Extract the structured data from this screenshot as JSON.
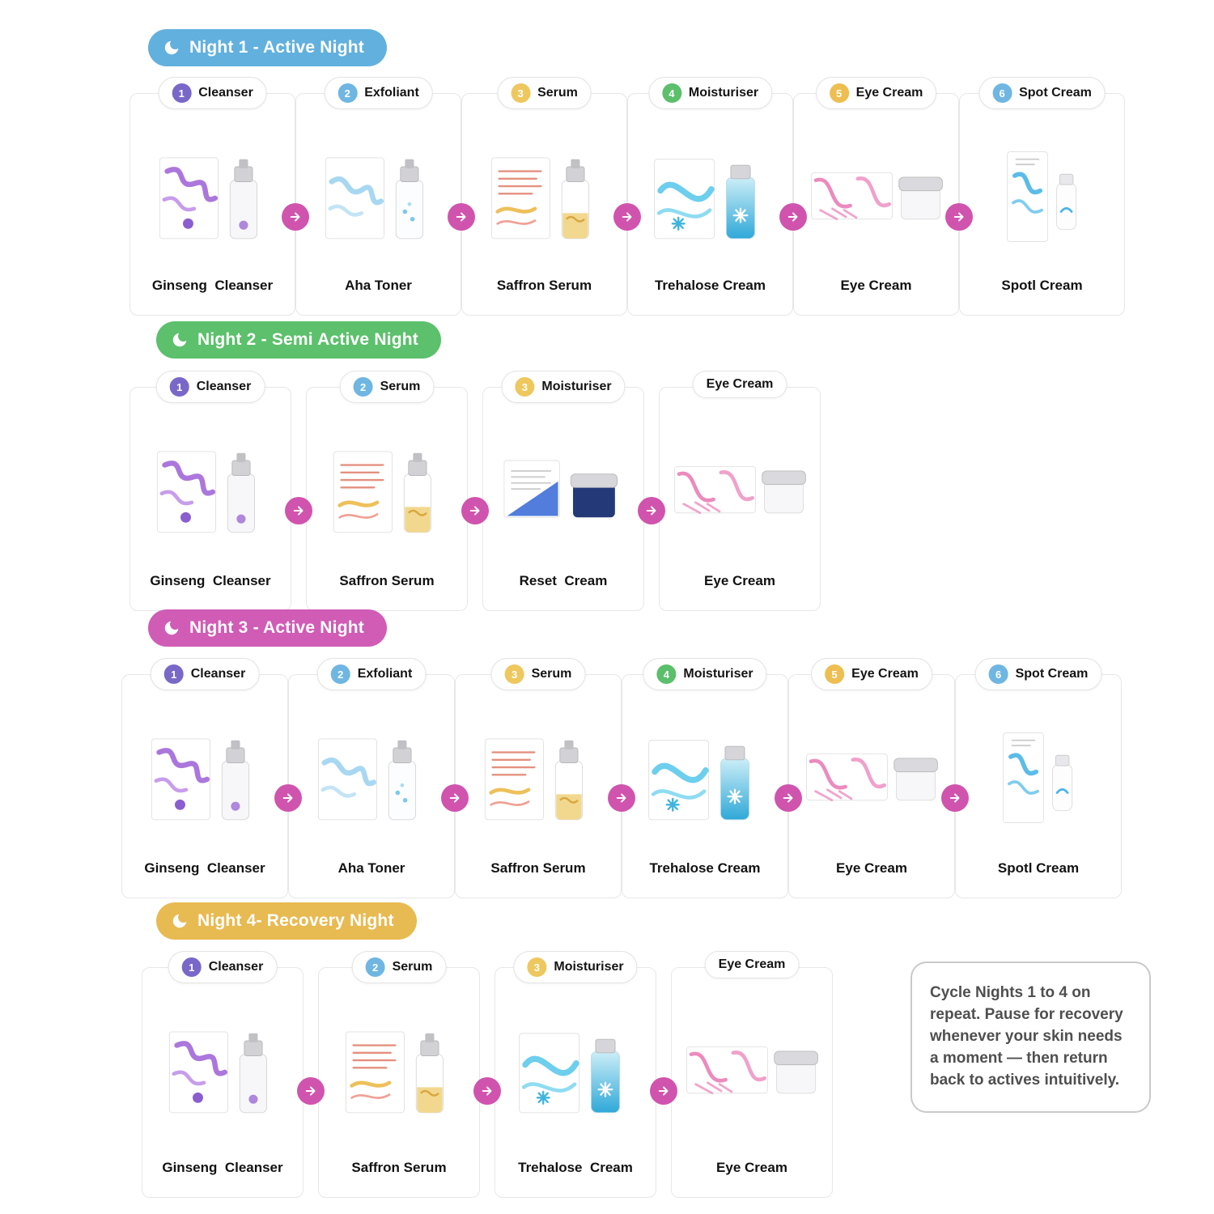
{
  "arrow_color": "#d054ae",
  "sections": [
    {
      "title": "Night 1 - Active Night",
      "color": "#62b0de",
      "cards": [
        {
          "num": "1",
          "numColor": "#7a68c8",
          "step": "Cleanser",
          "product": "Ginseng  Cleanser",
          "image": "ginseng-cleanser"
        },
        {
          "num": "2",
          "numColor": "#6fb6e2",
          "step": "Exfoliant",
          "product": "Aha Toner",
          "image": "aha-toner"
        },
        {
          "num": "3",
          "numColor": "#eec75f",
          "step": "Serum",
          "product": "Saffron Serum",
          "image": "saffron-serum"
        },
        {
          "num": "4",
          "numColor": "#5bbf6b",
          "step": "Moisturiser",
          "product": "Trehalose Cream",
          "image": "trehalose-cream"
        },
        {
          "num": "5",
          "numColor": "#edbe52",
          "step": "Eye Cream",
          "product": "Eye Cream",
          "image": "eye-cream"
        },
        {
          "num": "6",
          "numColor": "#6fb6e2",
          "step": "Spot Cream",
          "product": "Spotl Cream",
          "image": "spot-cream"
        }
      ]
    },
    {
      "title": "Night 2 - Semi Active Night",
      "color": "#5cc06c",
      "cards": [
        {
          "num": "1",
          "numColor": "#7a68c8",
          "step": "Cleanser",
          "product": "Ginseng  Cleanser",
          "image": "ginseng-cleanser"
        },
        {
          "num": "2",
          "numColor": "#6fb6e2",
          "step": "Serum",
          "product": "Saffron Serum",
          "image": "saffron-serum"
        },
        {
          "num": "3",
          "numColor": "#eec75f",
          "step": "Moisturiser",
          "product": "Reset  Cream",
          "image": "reset-cream"
        },
        {
          "num": "",
          "numColor": "",
          "step": "Eye Cream",
          "product": "Eye Cream",
          "image": "eye-cream"
        }
      ]
    },
    {
      "title": "Night 3 - Active Night",
      "color": "#d05cb5",
      "cards": [
        {
          "num": "1",
          "numColor": "#7a68c8",
          "step": "Cleanser",
          "product": "Ginseng  Cleanser",
          "image": "ginseng-cleanser"
        },
        {
          "num": "2",
          "numColor": "#6fb6e2",
          "step": "Exfoliant",
          "product": "Aha Toner",
          "image": "aha-toner"
        },
        {
          "num": "3",
          "numColor": "#eec75f",
          "step": "Serum",
          "product": "Saffron Serum",
          "image": "saffron-serum"
        },
        {
          "num": "4",
          "numColor": "#5bbf6b",
          "step": "Moisturiser",
          "product": "Trehalose Cream",
          "image": "trehalose-cream"
        },
        {
          "num": "5",
          "numColor": "#edbe52",
          "step": "Eye Cream",
          "product": "Eye Cream",
          "image": "eye-cream"
        },
        {
          "num": "6",
          "numColor": "#6fb6e2",
          "step": "Spot Cream",
          "product": "Spotl Cream",
          "image": "spot-cream"
        }
      ]
    },
    {
      "title": "Night 4- Recovery Night",
      "color": "#e8ba52",
      "cards": [
        {
          "num": "1",
          "numColor": "#7a68c8",
          "step": "Cleanser",
          "product": "Ginseng  Cleanser",
          "image": "ginseng-cleanser"
        },
        {
          "num": "2",
          "numColor": "#6fb6e2",
          "step": "Serum",
          "product": "Saffron Serum",
          "image": "saffron-serum"
        },
        {
          "num": "3",
          "numColor": "#eec75f",
          "step": "Moisturiser",
          "product": "Trehalose  Cream",
          "image": "trehalose-cream"
        },
        {
          "num": "",
          "numColor": "",
          "step": "Eye Cream",
          "product": "Eye Cream",
          "image": "eye-cream"
        }
      ]
    }
  ],
  "note": {
    "text": "Cycle Nights 1 to 4 on repeat. Pause for recovery whenever your skin needs a moment — then return back to actives intuitively."
  }
}
